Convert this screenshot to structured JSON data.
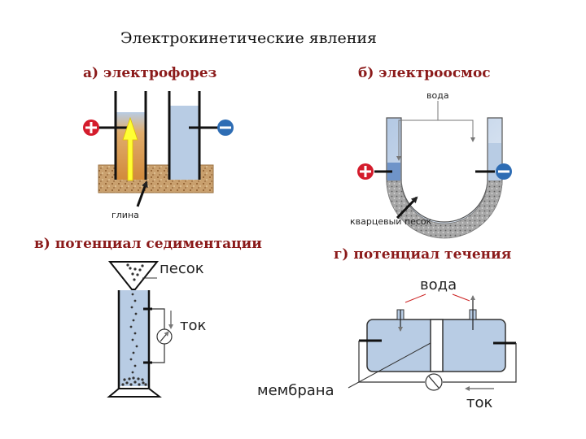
{
  "title": "Электрокинетические явления",
  "panels": {
    "a": {
      "heading": "а) электрофорез",
      "label": "глина"
    },
    "b": {
      "heading": "б) электроосмос",
      "water": "вода",
      "sand": "кварцевый песок"
    },
    "c": {
      "heading": "в) потенциал седиментации",
      "sand": "песок",
      "current": "ток"
    },
    "d": {
      "heading": "г) потенциал течения",
      "water": "вода",
      "membrane": "мембрана",
      "current": "ток"
    }
  },
  "colors": {
    "heading": "#8b1a1a",
    "liquid": "#b8cce4",
    "clay": "#c8a070",
    "quartz": "#9a9a9a",
    "plus": "#d41c2c",
    "minus": "#2e6db4",
    "arrow": "#ffff33"
  }
}
